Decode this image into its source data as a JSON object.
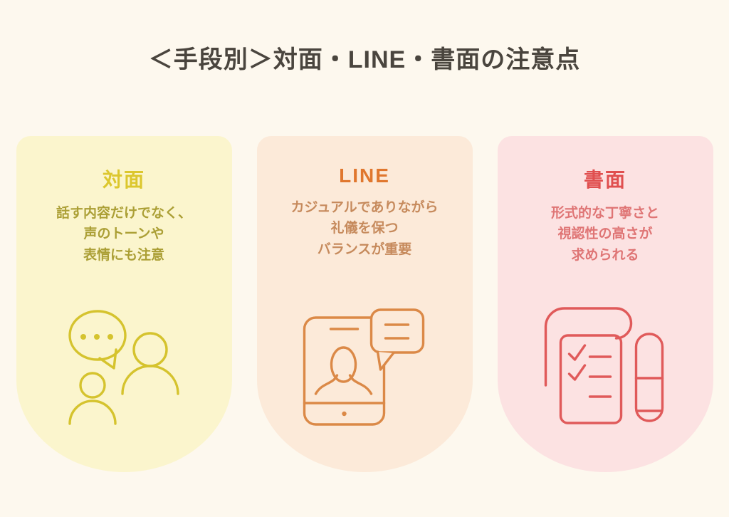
{
  "page": {
    "title": "＜手段別＞対面・LINE・書面の注意点",
    "background": "#fdf8ee",
    "title_color": "#4a453e"
  },
  "cards": [
    {
      "id": "taimen",
      "title": "対面",
      "lines": [
        "話す内容だけでなく、",
        "声のトーンや",
        "表情にも注意"
      ],
      "icon": "speech-bubble-people-icon",
      "bg": "#fbf5cd",
      "title_color": "#dcc72e",
      "text_color": "#ab9f35",
      "icon_color": "#d5c32e"
    },
    {
      "id": "line",
      "title": "LINE",
      "lines": [
        "カジュアルでありながら",
        "礼儀を保つ",
        "バランスが重要"
      ],
      "icon": "smartphone-chat-icon",
      "bg": "#fcead9",
      "title_color": "#e0772e",
      "text_color": "#c68a5c",
      "icon_color": "#db8947"
    },
    {
      "id": "shomen",
      "title": "書面",
      "lines": [
        "形式的な丁寧さと",
        "視認性の高さが",
        "求められる"
      ],
      "icon": "document-checklist-pen-icon",
      "bg": "#fce2e2",
      "title_color": "#e04f4f",
      "text_color": "#df7575",
      "icon_color": "#e05a5a"
    }
  ]
}
